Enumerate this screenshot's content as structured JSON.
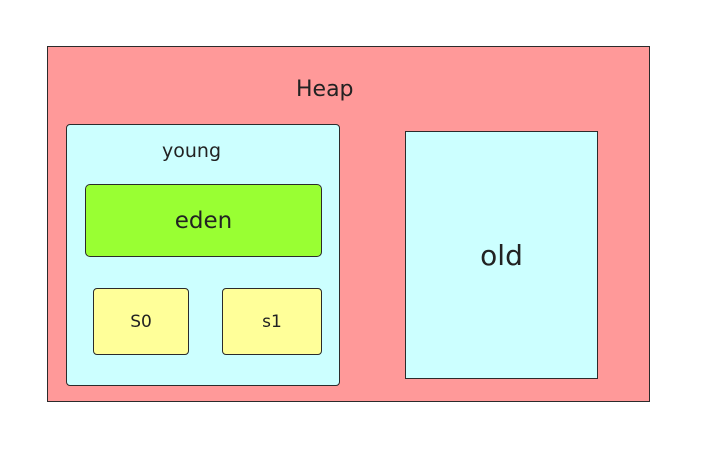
{
  "diagram": {
    "heap": {
      "label": "Heap",
      "fill": "#ff9999"
    },
    "young": {
      "label": "young",
      "fill": "#ccffff"
    },
    "eden": {
      "label": "eden",
      "fill": "#99ff33"
    },
    "s0": {
      "label": "S0",
      "fill": "#ffff99"
    },
    "s1": {
      "label": "s1",
      "fill": "#ffff99"
    },
    "old": {
      "label": "old",
      "fill": "#ccffff"
    },
    "colors": {
      "border": "#2b2b2b",
      "text": "#222222",
      "background": "#ffffff"
    }
  }
}
